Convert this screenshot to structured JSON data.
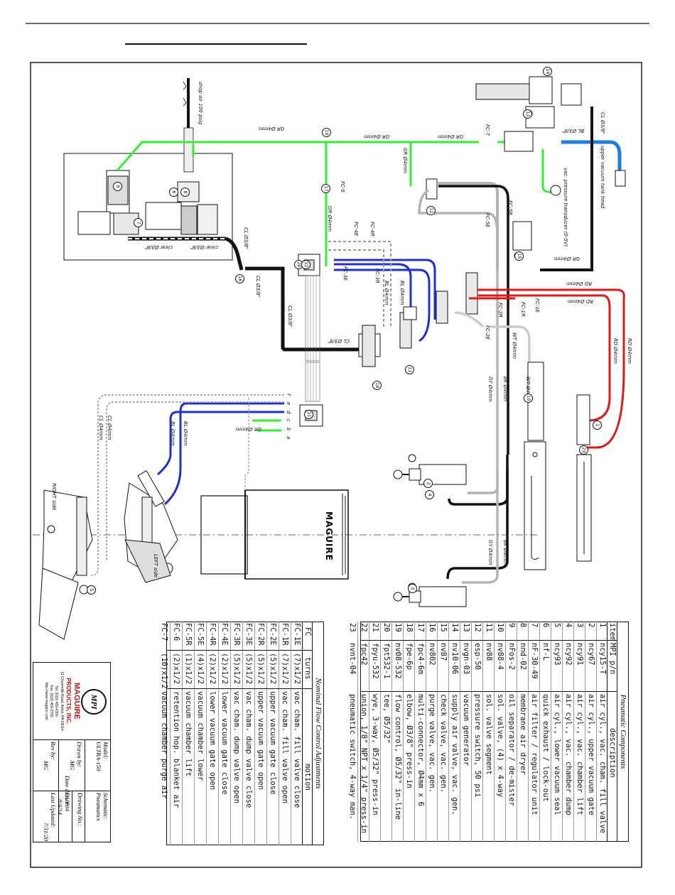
{
  "sheet": {
    "brand_drum": "MAGUIRE",
    "side_right": "RIGHT side",
    "side_left": "LEFT side"
  },
  "tube_labels": {
    "gr_top_1": "GR Ø4mm",
    "gr_top_2": "GR Ø4mm",
    "gr_top_3": "GR Ø4mm",
    "gr_down": "GR Ø4mm",
    "gr_vert": "GR Ø4mm",
    "gr_bottom": "GR Ø4mm",
    "bl_right": "BL Ø3/8\"",
    "bl_valve_1": "BL Ø4mm",
    "bl_valve_2": "BL Ø4mm",
    "bl_left_1": "BL Ø4mm",
    "bl_left_2": "BL Ø4mm",
    "cl_top": "CL Ø3/8\"",
    "cl_mid": "CL Ø3/8\"",
    "cl_low": "CL Ø3/8\"",
    "cl_h": "CL Ø3/8\"",
    "cl_filter": "CL Ø3/8\"",
    "clear_1": "clear Ø3/8\"",
    "clear_2": "clear Ø3/8\"",
    "cl_left_1": "CL Ø4mm",
    "cl_left_2": "CL Ø4mm",
    "rd_1": "RD Ø4mm",
    "rd_2": "RD Ø4mm",
    "rd_3": "RD Ø4mm",
    "rd_4": "RD Ø4mm",
    "wt_1": "WT Ø4mm",
    "wt_2": "WT Ø4mm",
    "gy_1": "GY Ø4mm",
    "gy_2": "GY Ø4mm",
    "bk_1": "BK Ø4mm",
    "bk_2": "BK Ø4mm",
    "gr_vac": "GR Ø4mm",
    "shop_air": "shop air 100 psig",
    "upper_vac_head": "upper vacuum tank head",
    "transducer": "vac. pressure transducer (0-5V)"
  },
  "fc_tags": [
    "FC-1E",
    "FC-1R",
    "FC-2E",
    "FC-2R",
    "FC-3E",
    "FC-3R",
    "FC-4E",
    "FC-4R",
    "FC-5E",
    "FC-5R",
    "FC-6",
    "FC-7"
  ],
  "port_letters": [
    "f",
    "e",
    "d",
    "c",
    "b",
    "a"
  ],
  "item_bubbles": [
    "1",
    "2",
    "3",
    "4",
    "5",
    "6",
    "7",
    "8",
    "9",
    "10",
    "11",
    "12",
    "13",
    "14",
    "15",
    "16",
    "17",
    "18",
    "19",
    "20",
    "21",
    "22",
    "23"
  ],
  "pneumatic_table": {
    "title": "Pneumatic Components",
    "headers": [
      "item",
      "MPI p/n",
      "description"
    ],
    "rows": [
      [
        "1",
        "ncy15-T",
        "air cyl., vac. cham. fill valve"
      ],
      [
        "2",
        "ncy67",
        "air cyl., upper vacuum gate"
      ],
      [
        "3",
        "ncy91",
        "air cyl., vac. chamber lift"
      ],
      [
        "4",
        "ncy92",
        "air cyl., vac. chamber dump"
      ],
      [
        "5",
        "ncy93",
        "air cyl., lower vacuum seal"
      ],
      [
        "6",
        "nf-L",
        "quick exhaust / lock-out"
      ],
      [
        "7",
        "nF-30-49",
        "air filter / regulator unit"
      ],
      [
        "8",
        "nnd-02",
        "membrane air dryer"
      ],
      [
        "9",
        "nFos-2",
        "oil separator / de-mister"
      ],
      [
        "10",
        "nv88-4",
        "sol. valve, (4) x 4-way"
      ],
      [
        "11",
        "nv88",
        "sol. valve segment"
      ],
      [
        "12",
        "esp-50",
        "pressure switch, 50 psi"
      ],
      [
        "13",
        "nvgn-03",
        "vacuum generator"
      ],
      [
        "14",
        "nv10-06",
        "supply air valve, vac. gen."
      ],
      [
        "15",
        "nv87",
        "check valve, vac. gen."
      ],
      [
        "16",
        "nv802",
        "purge valve, vac. gen."
      ],
      [
        "17",
        "fpc4-6m",
        "multi-connector, Ø4mm x 6"
      ],
      [
        "18",
        "fpe-6p",
        "elbow, Ø3/8\" press-in"
      ],
      [
        "19",
        "nv08-532",
        "flow control, Ø5/32\" in-line"
      ],
      [
        "20",
        "fpt532-1",
        "tee, Ø5/32\""
      ],
      [
        "21",
        "fpyu-532",
        "wye, 3-way, Ø5/32\" press-in"
      ],
      [
        "22",
        "fpc42",
        "union, 1/8\" NPT x 1/4\" press-in"
      ],
      [
        "23",
        "nvnt-04",
        "pneumatic switch, 4-way man."
      ]
    ]
  },
  "flow_table": {
    "title": "Nominal Flow Control Adjustments",
    "headers": [
      "FC",
      "turns",
      "motion"
    ],
    "rows": [
      [
        "FC-1E",
        "(7)x1/2",
        "vac cham. fill valve close"
      ],
      [
        "FC-1R",
        "(7)x1/2",
        "vac cham. fill valve open"
      ],
      [
        "FC-2E",
        "(5)x1/2",
        "upper vacuum gate close"
      ],
      [
        "FC-2R",
        "(5)x1/2",
        "upper vacuum gate open"
      ],
      [
        "FC-3E",
        "(5)x1/2",
        "vac cham. dump valve close"
      ],
      [
        "FC-3R",
        "(5)x1/2",
        "vac cham. dump valve open"
      ],
      [
        "FC-4E",
        "(2)x1/2",
        "lower vacuum gate close"
      ],
      [
        "FC-4R",
        "(2)x1/2",
        "lower vacuum gate open"
      ],
      [
        "FC-5E",
        "(4)x1/2",
        "vacuum chamber lower"
      ],
      [
        "FC-5R",
        "(1)x1/2",
        "vacuum chamber lift"
      ],
      [
        "FC-6",
        "(2)x1/2",
        "retention hop. blanket air"
      ],
      [
        "FC-7",
        "(10)x1/2",
        "vacuum chamber purge air"
      ]
    ]
  },
  "title_block": {
    "company": "MAGUIRE",
    "company_sub": "PRODUCTS, INC.",
    "address": "11 Crozerville Road, Aston, PA 19014",
    "tel": "Tel: (610) 459-4300",
    "fax": "Fax: (610) 459-2700",
    "web": "http://www.maguire.com",
    "logo": "MPI",
    "model_label": "Model:",
    "model": "ULTRA-150",
    "schematic_label": "Schematic:",
    "schematic": "Pneumatics",
    "drawn_by_label": "Drawn by:",
    "drawn_by": "MG",
    "drawing_no_label": "Drawing No.:",
    "drawing_no": "DUP04",
    "date_drawn_label": "Date drawn:",
    "date_drawn": "8/4/14",
    "rev_by_label": "Rev by:",
    "rev_by": "MG",
    "last_updated_label": "Last Updated:",
    "last_updated": "7/31/20"
  },
  "colors": {
    "green": "#33ee33",
    "blue": "#1f2fd0",
    "red": "#e01818",
    "black": "#111111",
    "gray": "#b4b4b4",
    "sky": "#1d7de0"
  }
}
